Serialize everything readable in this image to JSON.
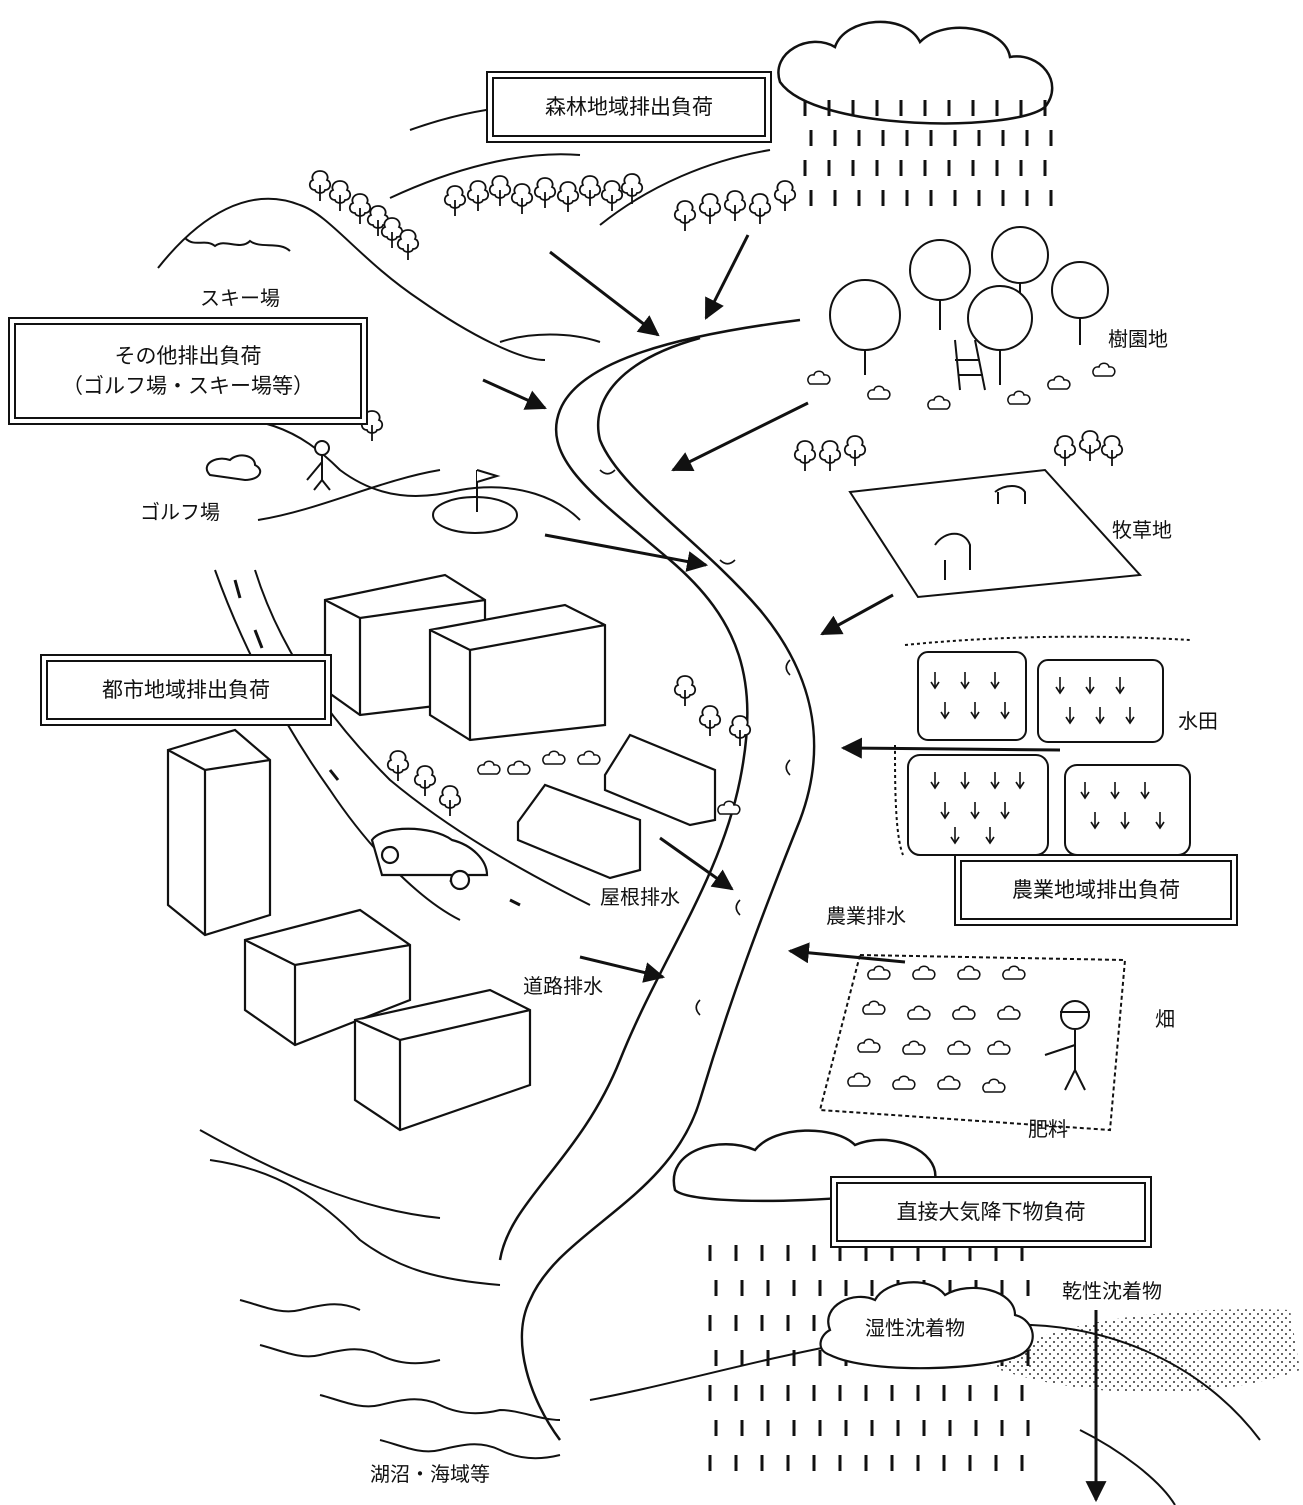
{
  "boxes": {
    "forest": "森林地域排出負荷",
    "other_line1": "その他排出負荷",
    "other_line2": "（ゴルフ場・スキー場等）",
    "urban": "都市地域排出負荷",
    "agri": "農業地域排出負荷",
    "atmos": "直接大気降下物負荷"
  },
  "labels": {
    "ski": "スキー場",
    "golf": "ゴルフ場",
    "orchard": "樹園地",
    "pasture": "牧草地",
    "paddy": "水田",
    "field": "畑",
    "fertilizer": "肥料",
    "agri_drain": "農業排水",
    "roof_drain": "屋根排水",
    "road_drain": "道路排水",
    "dry_dep": "乾性沈着物",
    "wet_dep": "湿性沈着物",
    "lake_sea": "湖沼・海域等"
  }
}
